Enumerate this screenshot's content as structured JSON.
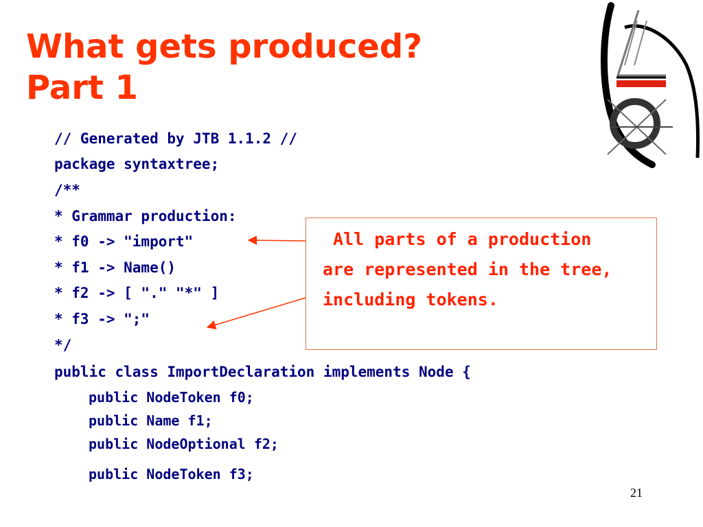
{
  "slide": {
    "title_line1": "What gets produced?",
    "title_line2": "Part 1",
    "code_lines": [
      "// Generated by JTB 1.1.2 //",
      "package syntaxtree;",
      "/**",
      "* Grammar production:",
      "* f0 -> \"import\"",
      "* f1 -> Name()",
      "* f2 -> [ \".\" \"*\" ]",
      "* f3 -> \";\"",
      "*/",
      "public class ImportDeclaration implements Node {",
      "public NodeToken f0;",
      "public Name f1;",
      "public NodeOptional f2;",
      "public NodeToken f3;"
    ],
    "callout_lines": [
      " All parts of a production",
      "are represented in the tree,",
      "including tokens."
    ],
    "page_number": "21"
  },
  "colors": {
    "title": "#ff3300",
    "code": "#000080",
    "callout_text": "#ff2200",
    "callout_border": "#e07050",
    "arrow": "#ff3300",
    "logo_red": "#e02010"
  },
  "icons": {
    "logo": "university-logo-icon"
  }
}
